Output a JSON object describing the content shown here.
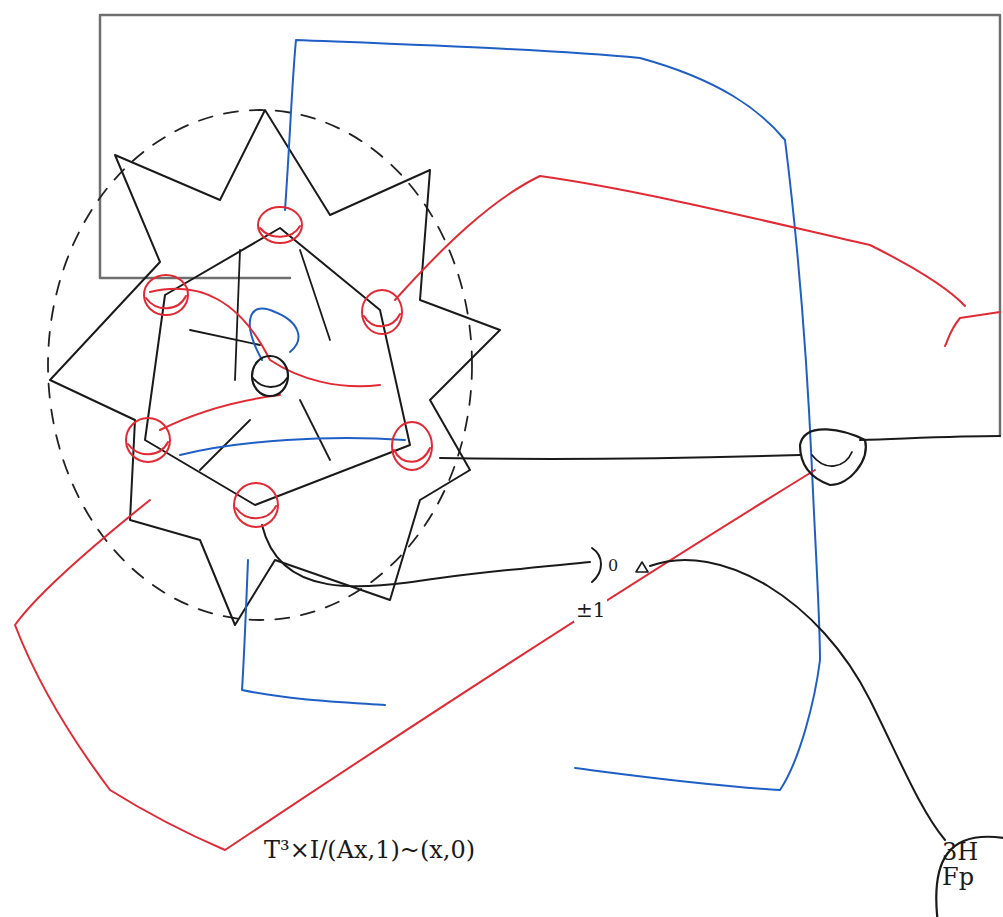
{
  "diagram": {
    "nodes": [
      {
        "text": [
          "3H",
          "Fp"
        ]
      }
    ],
    "labels": [
      "T³×I/(Ax,1)~(x,0)",
      "±1",
      "0"
    ]
  }
}
